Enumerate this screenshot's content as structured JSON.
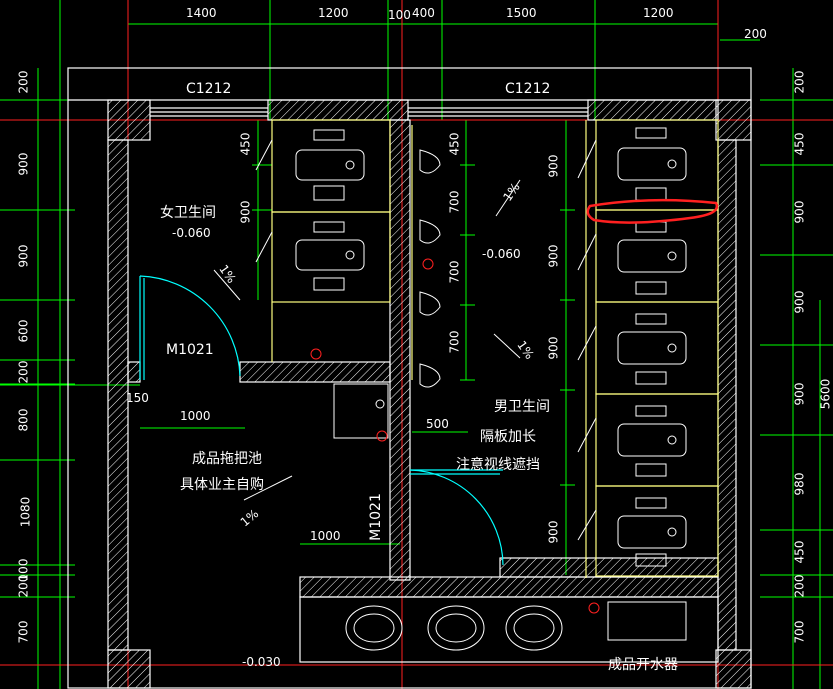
{
  "dimensions_top": [
    "1400",
    "1200",
    "100",
    "400",
    "1500",
    "1200"
  ],
  "dimension_right_top": "200",
  "dimensions_left": [
    "200",
    "900",
    "900",
    "600",
    "200",
    "150",
    "800",
    "1080",
    "100",
    "200",
    "700"
  ],
  "dimensions_right": [
    "200",
    "450",
    "900",
    "900",
    "900",
    "980",
    "450",
    "200",
    "700"
  ],
  "right_edge_label": "5600",
  "windows": [
    "C1212",
    "C1212"
  ],
  "room_labels": {
    "women_restroom": "女卫生间",
    "women_level": "-0.060",
    "men_level": "-0.060",
    "men_restroom": "男卫生间",
    "partition_note": "隔板加长",
    "sightline_note": "注意视线遮挡",
    "mop_sink": "成品拖把池",
    "owner_purchase": "具体业主自购",
    "water_boiler": "成品开水器",
    "floor_level_bottom": "-0.030"
  },
  "doors": [
    "M1021",
    "M1021"
  ],
  "slope_labels": [
    "1%",
    "1%",
    "1%",
    "1%"
  ],
  "stall_dims_women": [
    "450",
    "900"
  ],
  "urinal_dims": [
    "450",
    "700",
    "700",
    "700"
  ],
  "men_stall_dims": [
    "900",
    "900",
    "900",
    "900"
  ],
  "dim_1000_a": "1000",
  "dim_1000_b": "1000",
  "dim_500": "500",
  "dim_150": "150",
  "colors": {
    "wall": "#ffffff",
    "grid": "#00ff00",
    "axis": "#ff2020",
    "fixture": "#ffffff",
    "door": "#00ffff",
    "partition": "#ffff80",
    "highlight": "#ff2020"
  }
}
